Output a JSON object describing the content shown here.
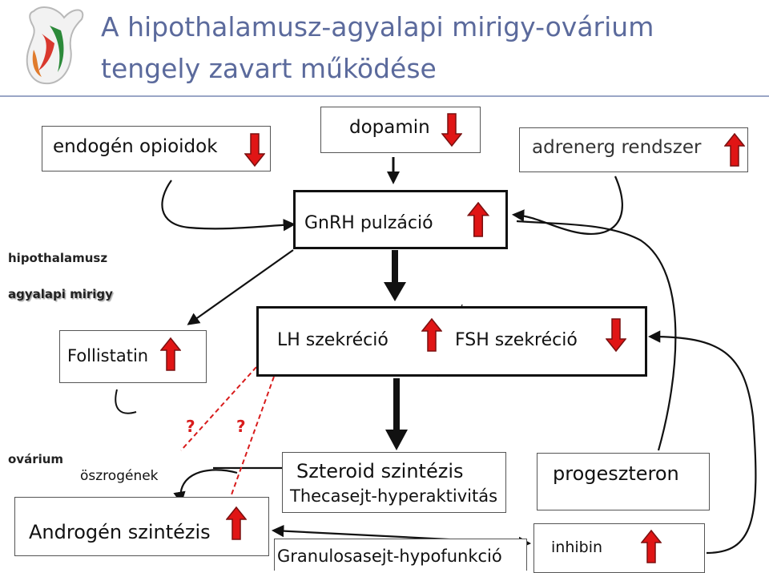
{
  "title": {
    "line1": "A hipothalamusz-agyalapi mirigy-ovárium",
    "line2": "tengely zavart működése"
  },
  "boxes": {
    "opioidok": "endogén opioidok",
    "dopamin": "dopamin",
    "adrenerg": "adrenerg rendszer",
    "gnrh": "GnRH pulzáció",
    "follistatin": "Follistatin",
    "lh": "LH szekréció",
    "fsh": "FSH szekréció",
    "oszrogenek": "öszrogének",
    "szteroid": "Szteroid szintézis",
    "thecasejt": "Thecasejt-hyperaktivitás",
    "progeszteron": "progeszteron",
    "androgen": "Androgén szintézis",
    "granulosa": "Granulosasejt-hypofunkció",
    "inhibin": "inhibin"
  },
  "side_labels": {
    "hipothalamusz": "hipothalamusz",
    "agyalapi": "agyalapi mirigy",
    "ovarium": "ovárium"
  },
  "markers": {
    "question": "?"
  },
  "colors": {
    "title": "#5b6a9c",
    "arrow_red": "#e01515",
    "arrow_outline": "#7a1010",
    "question": "#d81c1c"
  },
  "indicators": {
    "opioidok": "down",
    "dopamin": "down",
    "adrenerg": "up",
    "gnrh": "up",
    "follistatin": "up",
    "lh": "up",
    "fsh": "down",
    "androgen": "up",
    "inhibin": "up"
  }
}
